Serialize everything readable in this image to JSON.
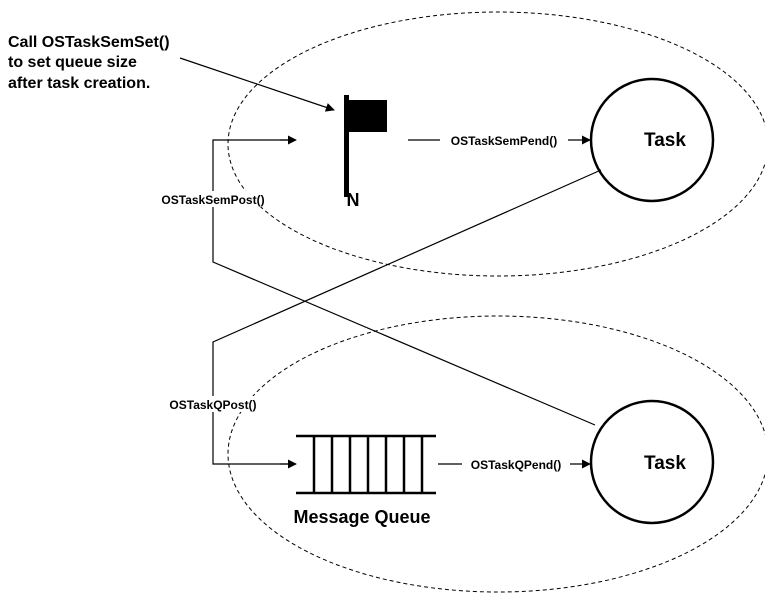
{
  "note": {
    "lines": [
      "Call OSTaskSemSet()",
      "to set queue size",
      "after task creation."
    ]
  },
  "semaphore": {
    "label": "N",
    "pend_label": "OSTaskSemPend()",
    "post_label": "OSTaskSemPost()"
  },
  "queue": {
    "label": "Message Queue",
    "pend_label": "OSTaskQPend()",
    "post_label": "OSTaskQPost()"
  },
  "tasks": {
    "top_label": "Task",
    "bottom_label": "Task"
  }
}
